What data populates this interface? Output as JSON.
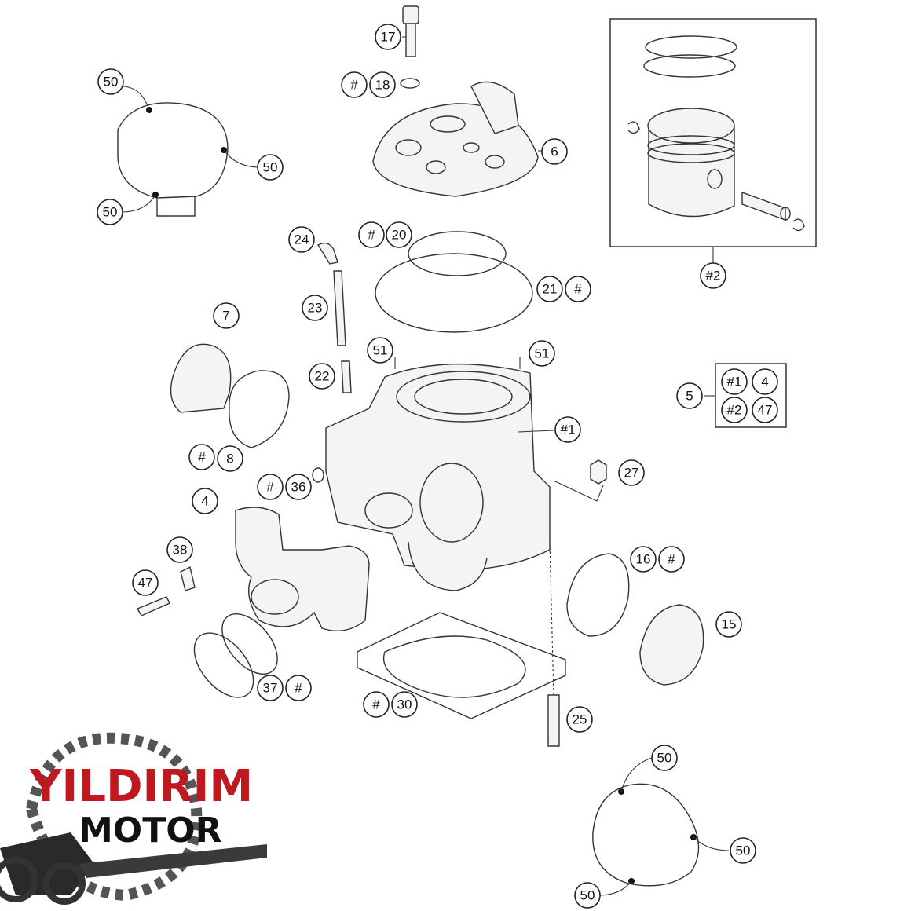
{
  "callouts": {
    "c17": "17",
    "c18": "18",
    "c6": "6",
    "c20": "20",
    "c21": "21",
    "c24": "24",
    "c23": "23",
    "c22": "22",
    "c7": "7",
    "c8": "8",
    "c36": "36",
    "c4": "4",
    "c38": "38",
    "c47": "47",
    "c37": "37",
    "c30": "30",
    "c25": "25",
    "c51a": "51",
    "c51b": "51",
    "c1": "#1",
    "c27": "27",
    "c16": "16",
    "c15": "15",
    "c5": "5",
    "c2": "#2",
    "c50a": "50",
    "c50b": "50",
    "c50c": "50",
    "c50d": "50",
    "c50e": "50",
    "c50f": "50",
    "hash": "#"
  },
  "kit_box": {
    "items": [
      "#1",
      "4",
      "#2",
      "47"
    ]
  },
  "logo": {
    "line1": "YILDIRIM",
    "line2": "MOTOR"
  }
}
